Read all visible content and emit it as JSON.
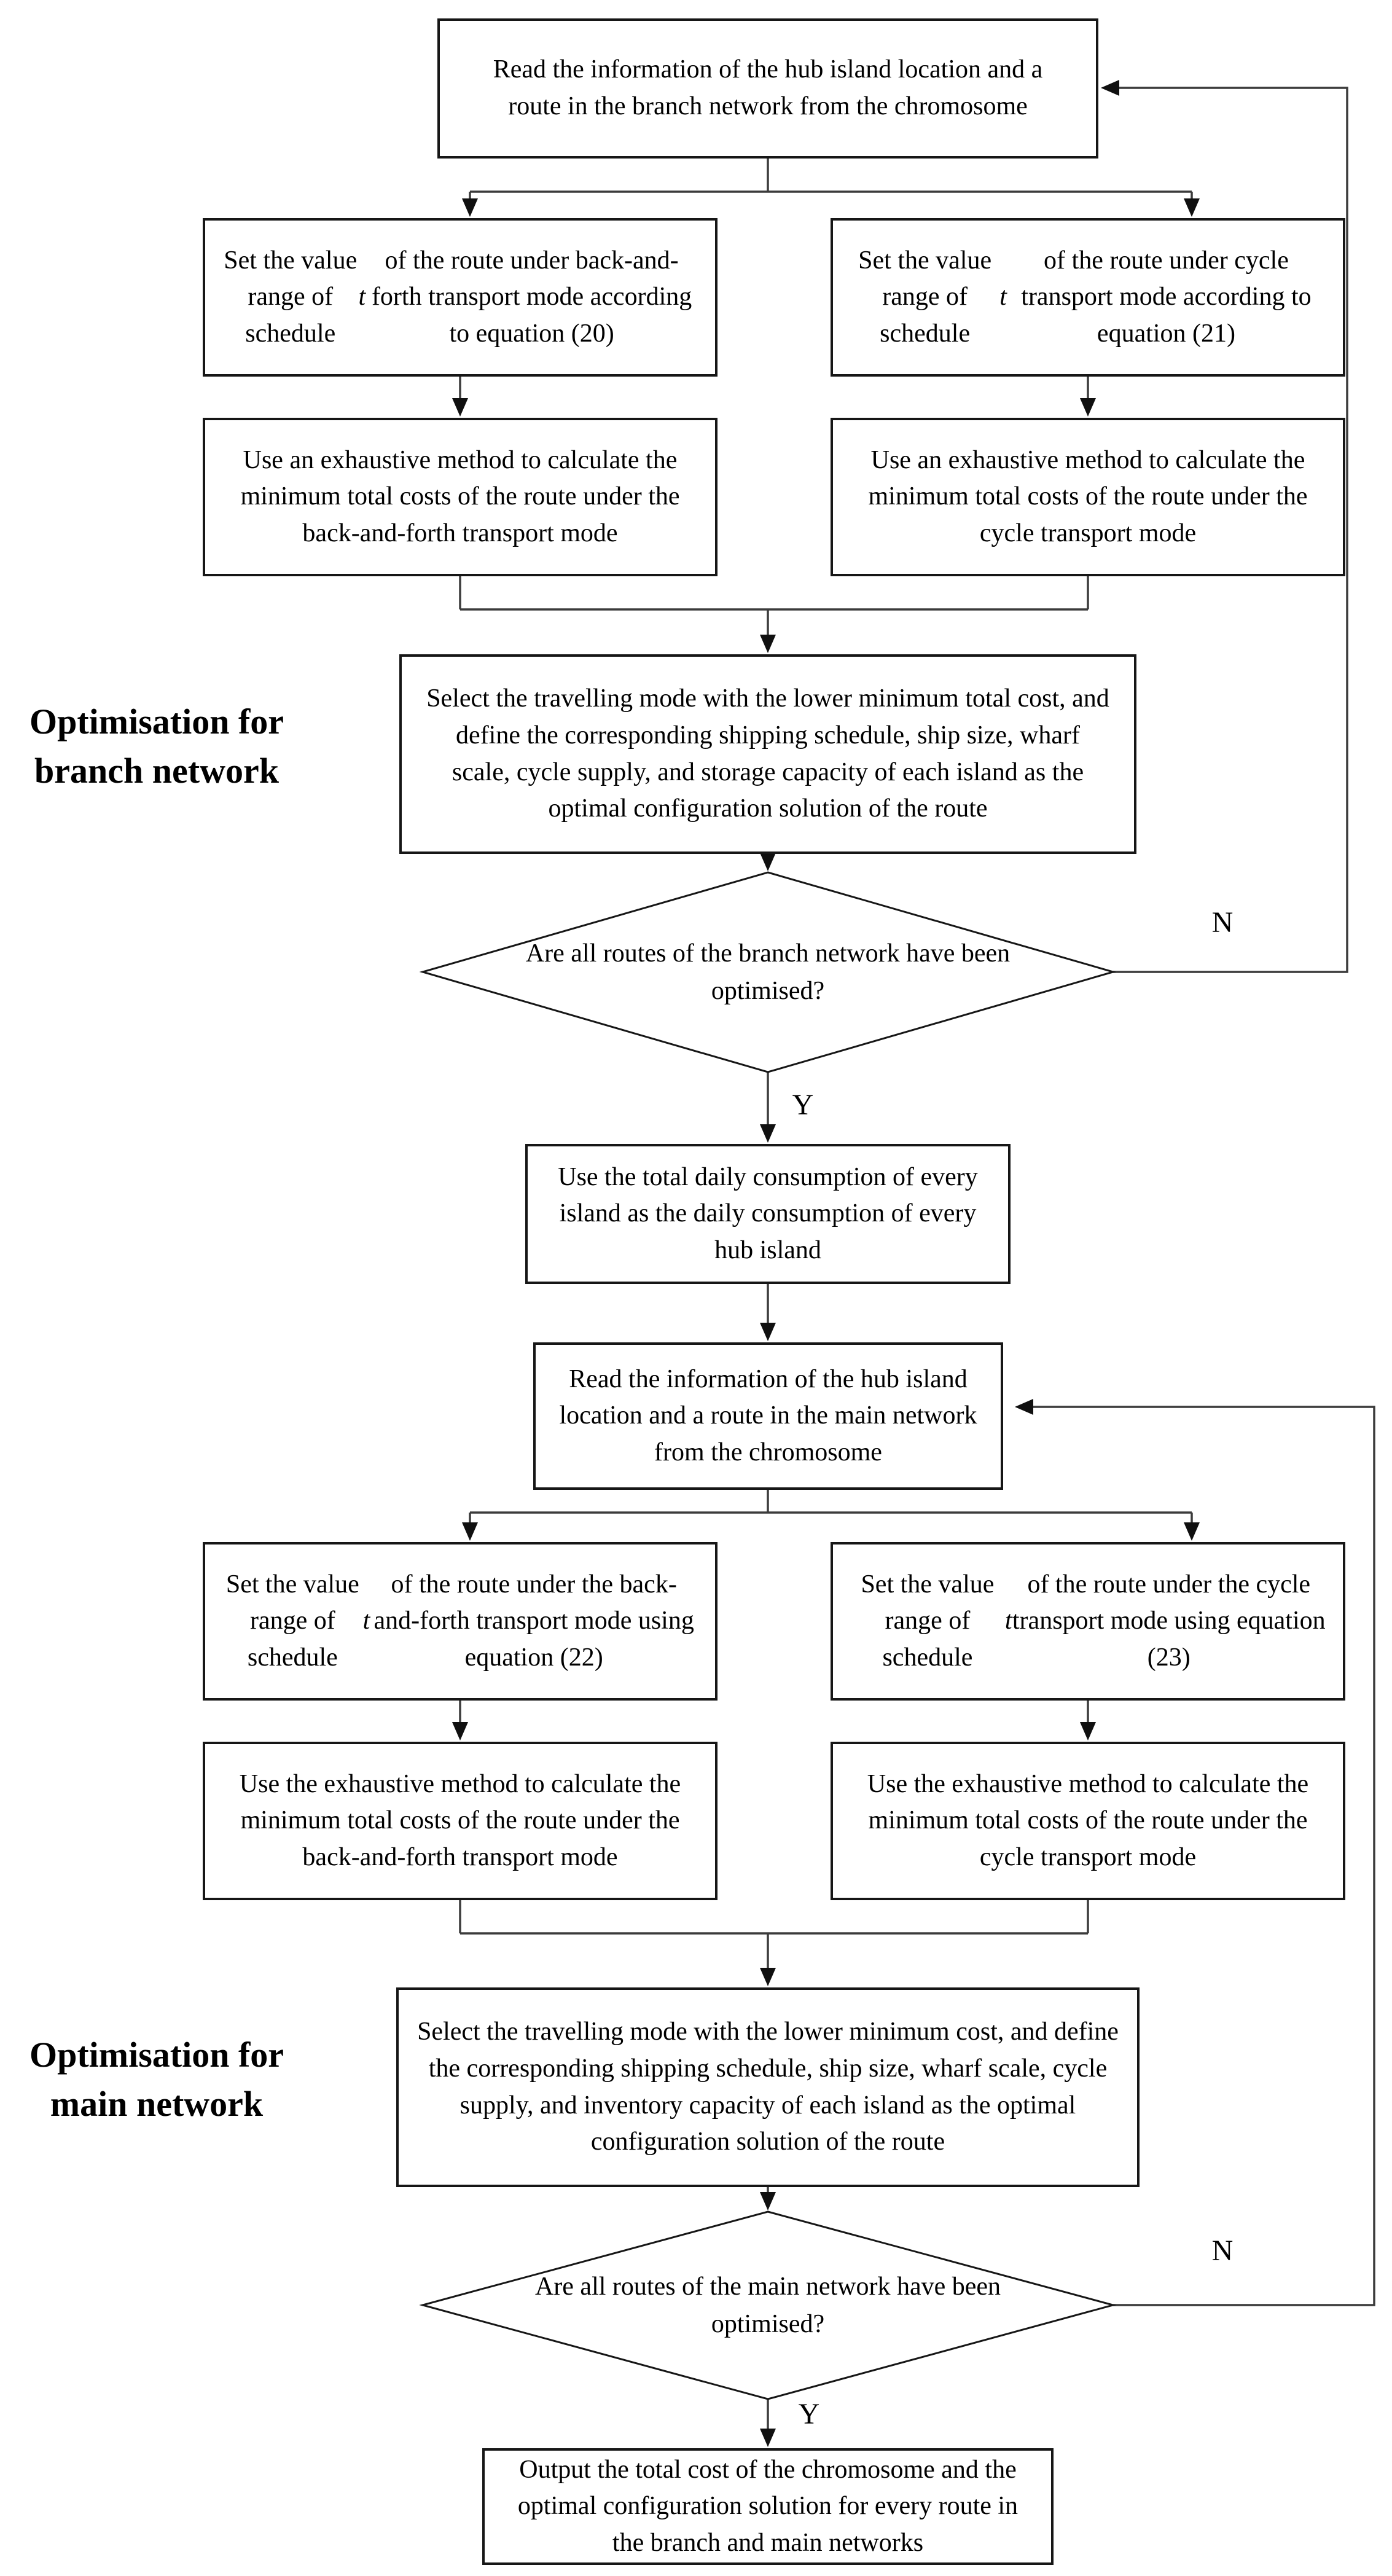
{
  "side_labels": {
    "branch": "Optimisation for branch network",
    "main": "Optimisation for main network"
  },
  "edge_labels": {
    "no": "N",
    "yes": "Y"
  },
  "nodes": {
    "read_branch": "Read the information of the hub island location and a route in the branch network from the chromosome",
    "set_bf_branch": "Set the value range of schedule *t* of the route under back-and-forth transport mode according to equation (20)",
    "set_cycle_branch": "Set the value range of schedule *t* of the route under cycle transport mode according to equation (21)",
    "exhaustive_bf_branch": "Use an exhaustive method to calculate the minimum total costs of the route under the back-and-forth transport mode",
    "exhaustive_cycle_branch": "Use an exhaustive method to calculate the minimum total costs of the route under the cycle transport mode",
    "select_branch": "Select the travelling mode with the lower minimum total cost, and define the corresponding shipping schedule, ship size, wharf scale, cycle supply, and storage capacity of each island as the optimal configuration solution of the route",
    "decision_branch": "Are all routes of the branch network have been optimised?",
    "use_total_daily": "Use the total daily consumption of every island as the daily consumption of every hub island",
    "read_main": "Read the information of the hub island location and a route in the main network from the chromosome",
    "set_bf_main": "Set the value range of schedule *t* of the route under the back-and-forth transport mode using equation (22)",
    "set_cycle_main": "Set the value range of schedule *t* of the route under the cycle transport mode using equation (23)",
    "exhaustive_bf_main": "Use the exhaustive method to calculate the minimum total costs of the route under the back-and-forth transport mode",
    "exhaustive_cycle_main": "Use the exhaustive method to calculate the minimum total costs of the route under the cycle transport mode",
    "select_main": "Select the travelling mode with the lower minimum cost, and define the corresponding shipping schedule, ship size, wharf scale, cycle supply, and inventory capacity of each island as the optimal configuration solution of the route",
    "decision_main": "Are all routes of the main network have been optimised?",
    "output": "Output the total cost of the chromosome and the optimal configuration solution for every route in the branch and main networks"
  }
}
